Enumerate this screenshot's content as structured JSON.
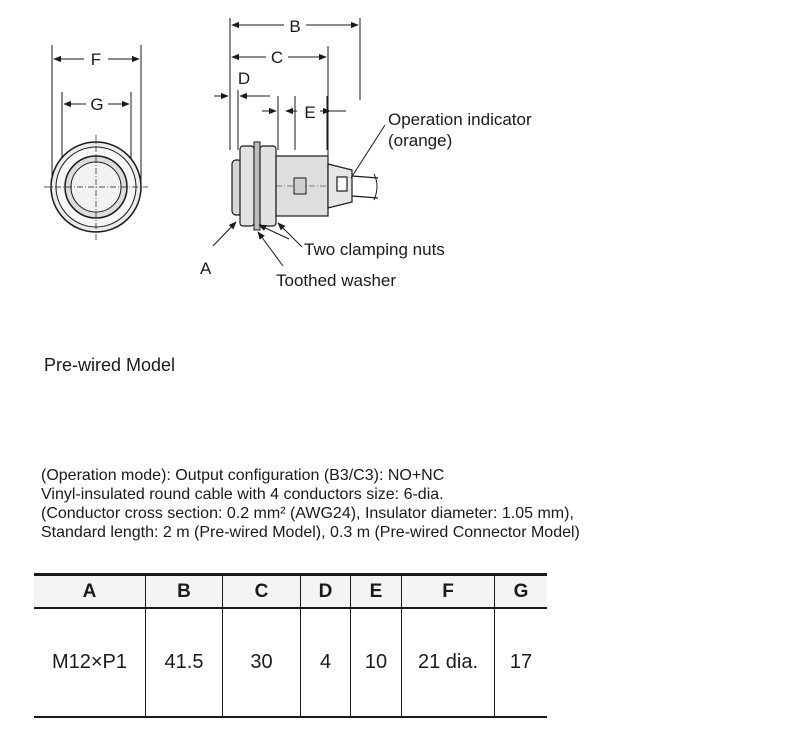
{
  "diagram": {
    "dimension_labels": {
      "B": "B",
      "C": "C",
      "D": "D",
      "E": "E",
      "F": "F",
      "G": "G",
      "A": "A"
    },
    "callouts": {
      "operation_indicator_line1": "Operation indicator",
      "operation_indicator_line2": "(orange)",
      "clamping_nuts": "Two clamping nuts",
      "toothed_washer": "Toothed washer"
    }
  },
  "prewired": {
    "title": "Pre-wired Model"
  },
  "notes": [
    "(Operation mode): Output configuration (B3/C3): NO+NC",
    "Vinyl-insulated round cable with 4 conductors size: 6-dia.",
    "(Conductor cross section: 0.2 mm² (AWG24), Insulator diameter: 1.05 mm),",
    "Standard length: 2 m (Pre-wired Model), 0.3 m (Pre-wired Connector Model)"
  ],
  "table": {
    "headers": [
      "A",
      "B",
      "C",
      "D",
      "E",
      "F",
      "G"
    ],
    "row": [
      "M12×P1",
      "41.5",
      "30",
      "4",
      "10",
      "21 dia.",
      "17"
    ]
  }
}
